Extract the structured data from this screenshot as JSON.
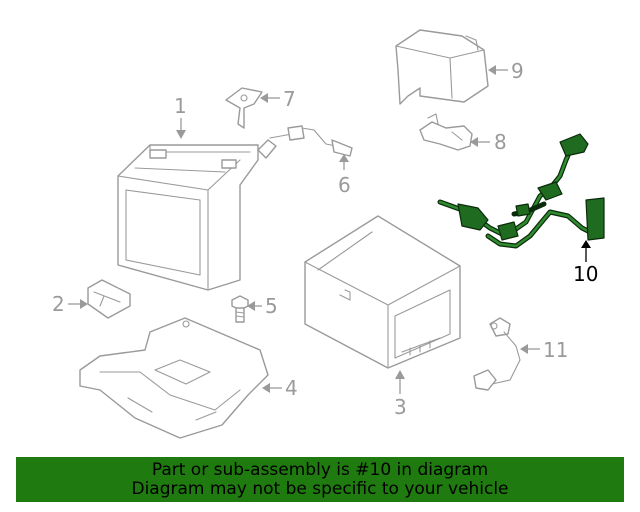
{
  "callouts": {
    "c1": "1",
    "c2": "2",
    "c3": "3",
    "c4": "4",
    "c5": "5",
    "c6": "6",
    "c7": "7",
    "c8": "8",
    "c9": "9",
    "c10": "10",
    "c11": "11"
  },
  "highlight_part": "10",
  "colors": {
    "banner": "#1f7a0f",
    "highlight": "#1f6b1f",
    "line": "#9a9a9a"
  },
  "footer": {
    "line1": "Part or sub-assembly is #10 in diagram",
    "line2": "Diagram may not be specific to your vehicle"
  }
}
